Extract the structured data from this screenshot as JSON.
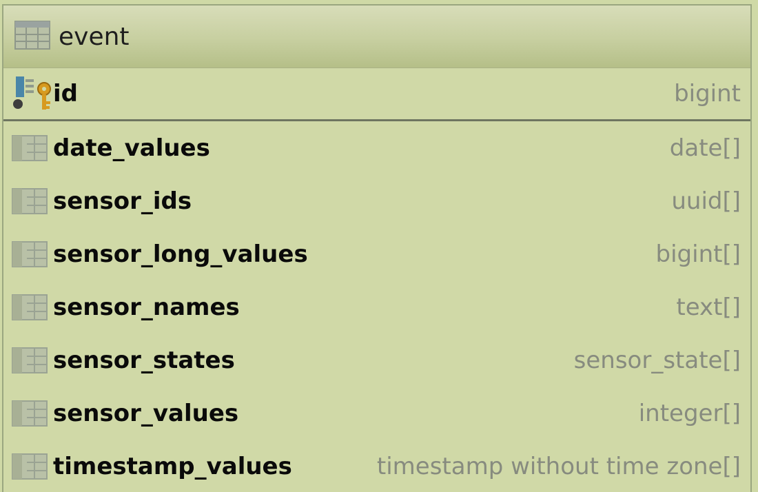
{
  "table": {
    "name": "event",
    "primary_key": {
      "name": "id",
      "type": "bigint"
    },
    "columns": [
      {
        "name": "date_values",
        "type": "date[]"
      },
      {
        "name": "sensor_ids",
        "type": "uuid[]"
      },
      {
        "name": "sensor_long_values",
        "type": "bigint[]"
      },
      {
        "name": "sensor_names",
        "type": "text[]"
      },
      {
        "name": "sensor_states",
        "type": "sensor_state[]"
      },
      {
        "name": "sensor_values",
        "type": "integer[]"
      },
      {
        "name": "timestamp_values",
        "type": "timestamp without time zone[]"
      }
    ]
  },
  "icons": {
    "header": "table-icon",
    "primary_key": "primary-key-column-icon",
    "column": "column-icon"
  },
  "colors": {
    "background": "#d0d9a7",
    "header_top": "#d8ddb9",
    "header_bottom": "#b5bf88",
    "type_text": "#878b7f",
    "divider": "#6e7560"
  }
}
